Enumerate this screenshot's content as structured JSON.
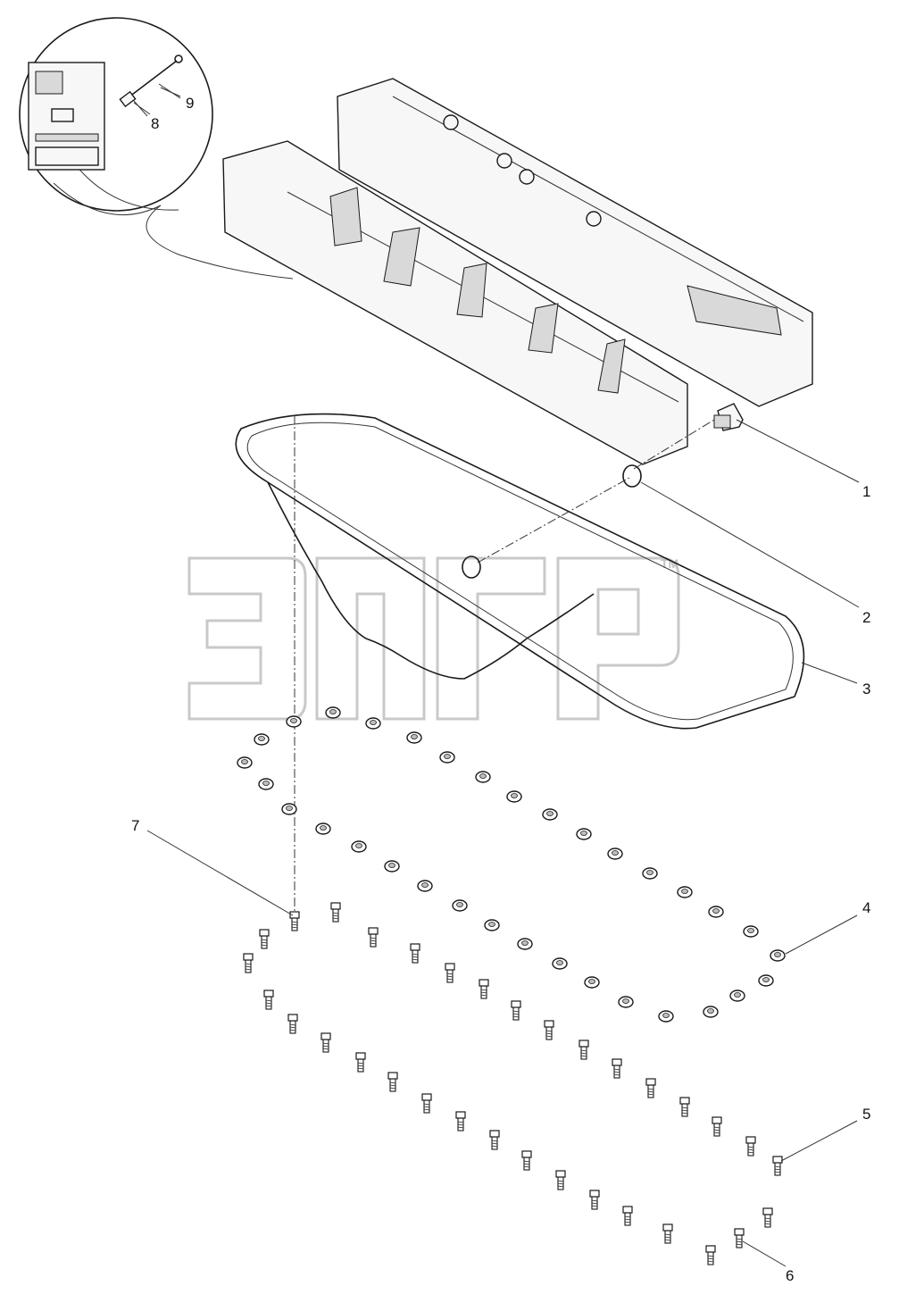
{
  "callouts": [
    "1",
    "2",
    "3",
    "4",
    "5",
    "6",
    "7",
    "8",
    "9"
  ],
  "watermark": {
    "trademark": "TM"
  },
  "colors": {
    "line": "#1a1a1a",
    "watermark": "#c9c9c9",
    "background": "#ffffff"
  }
}
